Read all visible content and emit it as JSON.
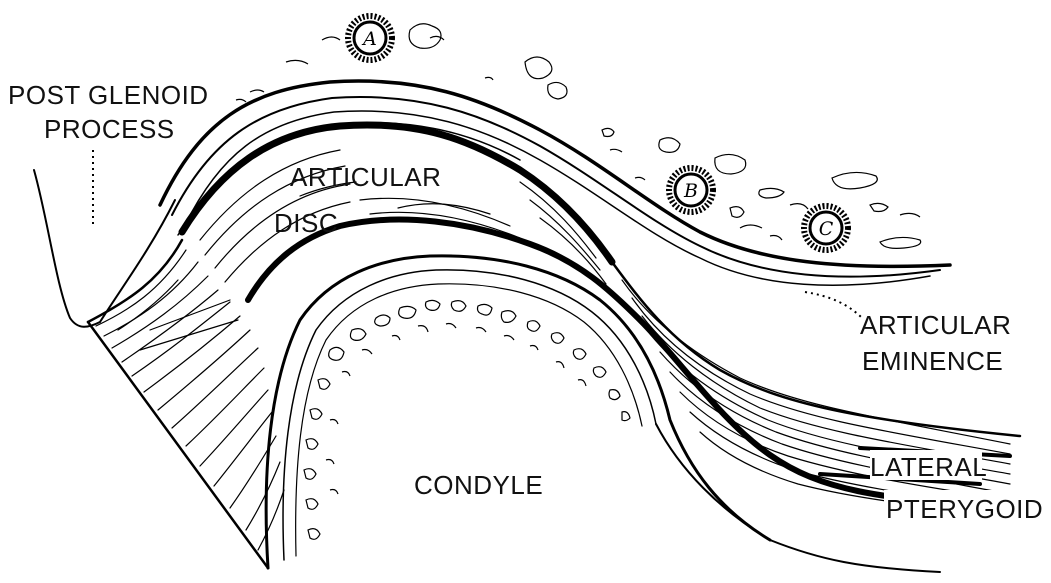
{
  "labels": {
    "post_glenoid_line1": "POST GLENOID",
    "post_glenoid_line2": "PROCESS",
    "articular_disc_line1": "ARTICULAR",
    "articular_disc_line2": "DISC",
    "articular_eminence_line1": "ARTICULAR",
    "articular_eminence_line2": "EMINENCE",
    "condyle": "CONDYLE",
    "lateral_pterygoid_line1": "LATERAL",
    "lateral_pterygoid_line2": "PTERYGOID"
  },
  "markers": [
    {
      "letter": "A"
    },
    {
      "letter": "B"
    },
    {
      "letter": "C"
    }
  ]
}
